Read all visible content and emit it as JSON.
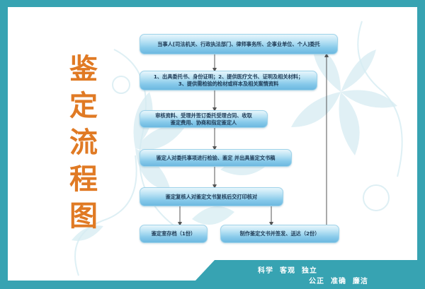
{
  "title": {
    "chars": [
      "鉴",
      "定",
      "流",
      "程",
      "图"
    ],
    "color": "#e07a24"
  },
  "colors": {
    "frame": "#37a3b2",
    "box_top": "#e8f6fc",
    "box_bottom": "#6cb8e0",
    "text": "#1e3a55",
    "connector": "#555555"
  },
  "flow": {
    "step1": "当事人[司法机关、行政执法部门、律师事务所、企事业单位、个人]委托",
    "step2_line1": "1、出具委托书、身份证明；2、提供医疗文书、证明及相关材料；",
    "step2_line2": "3、提供需检验的检材或样本及相关案情资料",
    "step3_line1": "审核资料、受理并签订委托受理合同、收取",
    "step3_line2": "鉴定费用、协商和指定鉴定人",
    "step4": "鉴定人对委托事项进行检验、鉴定 并出具鉴定文书稿",
    "step5": "鉴定复核人对鉴定文书复核后交打印核对",
    "step6a": "鉴定室存档（1份）",
    "step6b": "制作鉴定文书并签发、送达（2份）"
  },
  "footer": {
    "slogan_line1": "科学  客观  独立",
    "slogan_line2": "公正  准确  廉洁"
  }
}
